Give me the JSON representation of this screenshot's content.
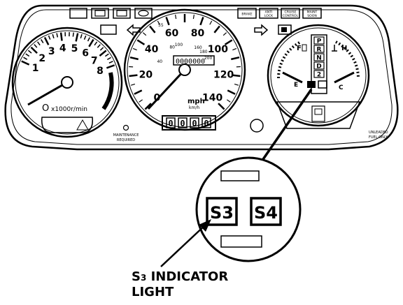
{
  "tachometer": {
    "scale": [
      "1",
      "2",
      "3",
      "4",
      "5",
      "6",
      "7",
      "8"
    ],
    "unit": "x1000r/min"
  },
  "speedometer": {
    "mph_scale": [
      "0",
      "20",
      "40",
      "60",
      "80",
      "100",
      "120",
      "140"
    ],
    "kmh_scale": [
      "40",
      "80",
      "100",
      "160",
      "180",
      "200"
    ],
    "odometer": "0000000",
    "unit_mph": "mph",
    "unit_kmh": "km/h",
    "kmh_small_left": "55",
    "trip_meter": "0000"
  },
  "fuel_gauge": {
    "full": "F",
    "empty": "E"
  },
  "temp_gauge": {
    "hot": "H",
    "cold": "C"
  },
  "gear_indicator": [
    "P",
    "R",
    "N",
    "D",
    "2"
  ],
  "top_lamps": [
    "BRAKE",
    "ANTI LOCK",
    "CRUISE CONTROL",
    "MAINT SOON"
  ],
  "maintenance_label": [
    "MAINTENANCE",
    "REQUIRED"
  ],
  "right_small_text": [
    "UNLEADED",
    "FUEL ONLY"
  ],
  "zoom_lights": {
    "s3": "S3",
    "s4": "S4"
  },
  "callout": {
    "line1_main": "S",
    "line1_sub": "3",
    "line1_rest": " INDICATOR",
    "line2": "LIGHT"
  }
}
